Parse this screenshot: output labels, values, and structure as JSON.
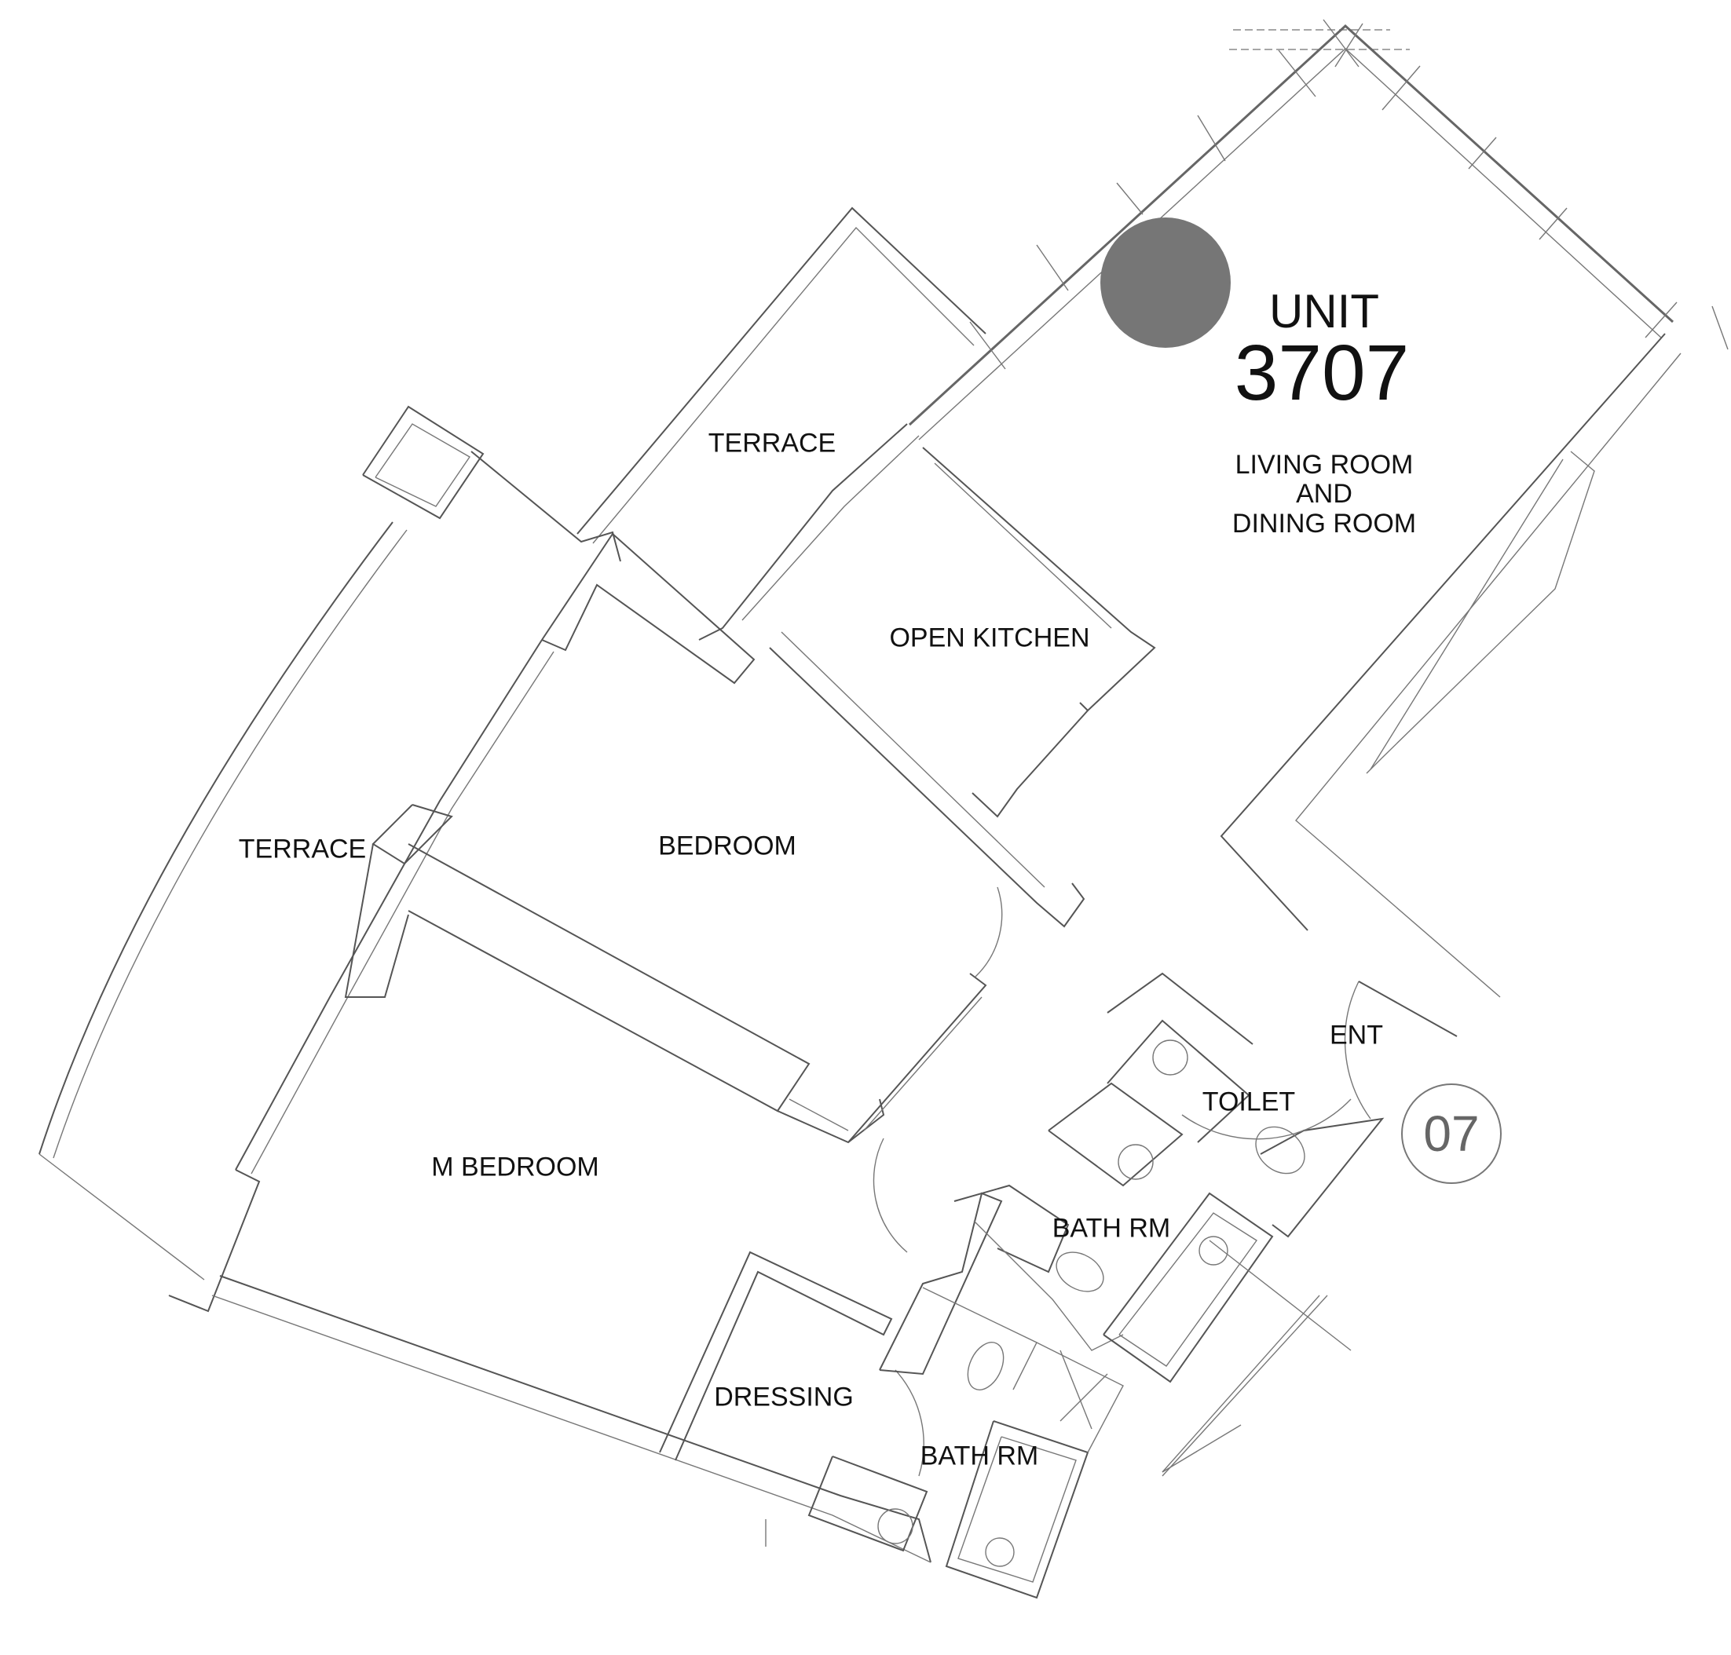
{
  "plan": {
    "unit_label": "UNIT",
    "unit_number": "3707",
    "badge": "07",
    "marker_color": "#767676",
    "rooms": {
      "living": [
        "LIVING ROOM",
        "AND",
        "DINING ROOM"
      ],
      "terrace_top": "TERRACE",
      "terrace_left": "TERRACE",
      "open_kitchen": "OPEN KITCHEN",
      "bedroom": "BEDROOM",
      "m_bedroom": "M BEDROOM",
      "ent": "ENT",
      "toilet": "TOILET",
      "bath_rm_1": "BATH RM",
      "bath_rm_2": "BATH RM",
      "dressing": "DRESSING"
    }
  }
}
